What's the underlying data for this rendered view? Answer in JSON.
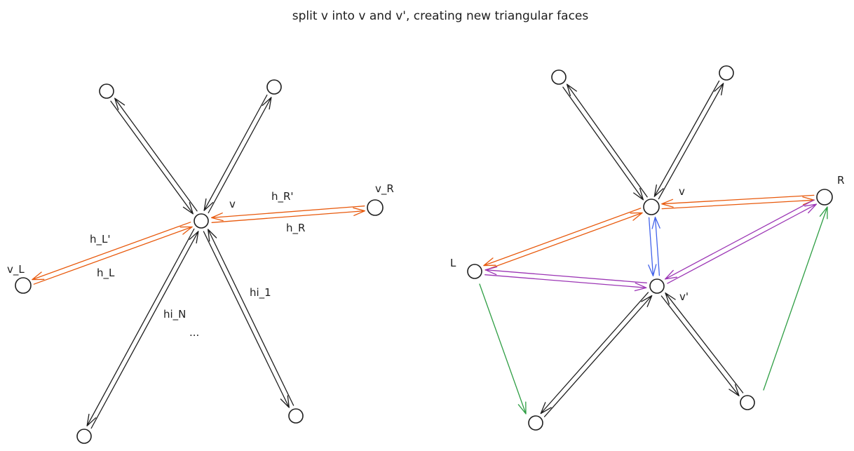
{
  "title": "split v into v and v', creating new triangular faces",
  "colors": {
    "ink": "#1e1e1e",
    "orange": "#e8590c",
    "purple": "#9c36b5",
    "blue": "#4263eb",
    "green": "#2f9e44"
  },
  "before": {
    "labels": {
      "v": "v",
      "v_R": "v_R",
      "v_L": "v_L",
      "h_R_prime": "h_R'",
      "h_R": "h_R",
      "h_L_prime": "h_L'",
      "h_L": "h_L",
      "hi_1": "hi_1",
      "hi_N": "hi_N",
      "ellipsis": "..."
    }
  },
  "after": {
    "labels": {
      "v": "v",
      "v_prime": "v'",
      "L": "L",
      "R": "R"
    }
  }
}
